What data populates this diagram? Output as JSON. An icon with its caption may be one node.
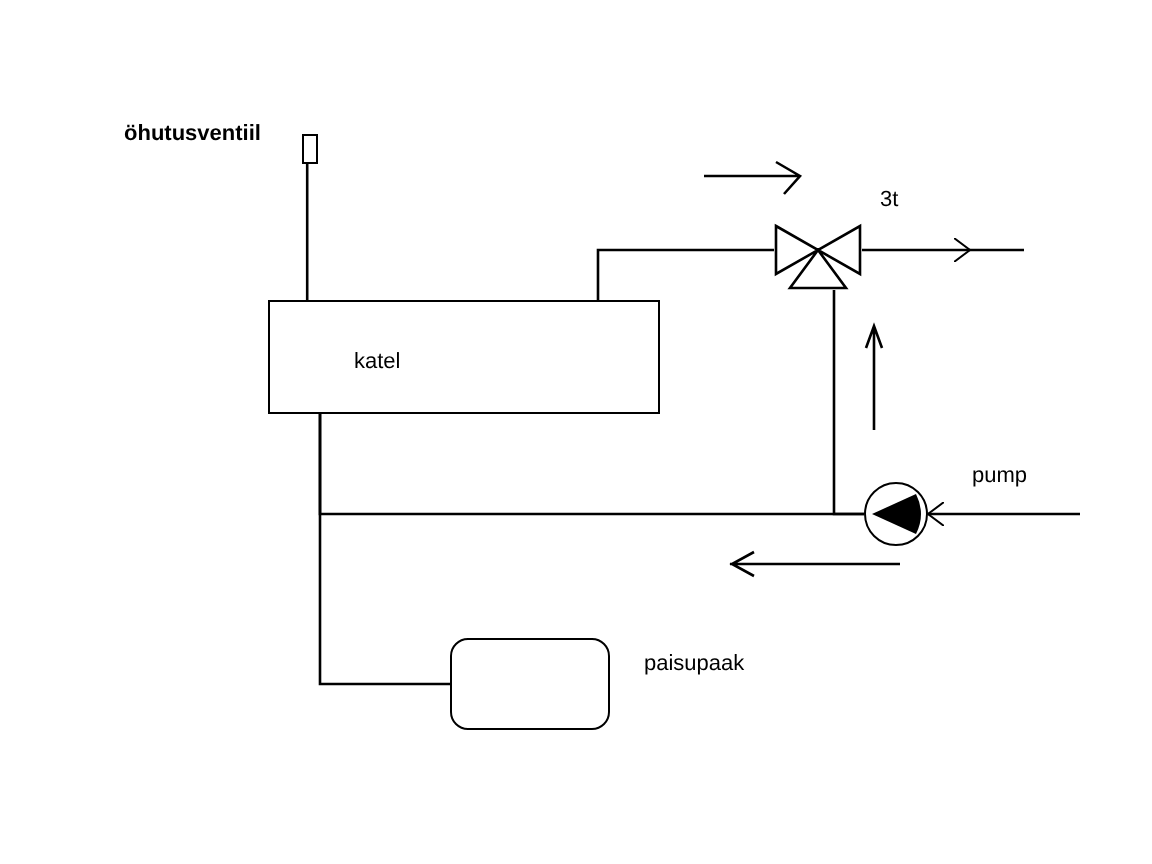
{
  "diagram": {
    "nodes": [
      {
        "text": [
          "katel"
        ]
      },
      {
        "text": [],
        "shape": "box",
        "beside": [
          "öhutusventiil"
        ]
      },
      {
        "text": [],
        "shape": "valve",
        "beside": [
          "3t"
        ]
      },
      {
        "text": [],
        "shape": "circle",
        "beside": [
          "pump"
        ]
      },
      {
        "text": [],
        "shape": "box",
        "beside": [
          "paisupaak"
        ]
      }
    ],
    "edges": [
      {
        "from": 0,
        "to": 1,
        "arrow": "none"
      },
      {
        "from": 0,
        "to": 2,
        "arrow": "none"
      },
      {
        "from": 2,
        "to": null,
        "arrow": "to"
      },
      {
        "from": 3,
        "to": 2,
        "arrow": "none"
      },
      {
        "from": 3,
        "to": 0,
        "arrow": "none"
      },
      {
        "from": 0,
        "to": 4,
        "arrow": "none"
      },
      {
        "from": null,
        "to": 3,
        "arrow": "to"
      }
    ]
  }
}
